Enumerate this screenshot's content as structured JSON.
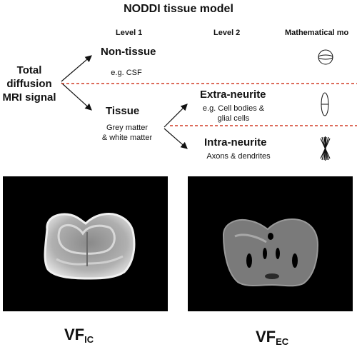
{
  "title": "NODDI tissue model",
  "headers": {
    "level1": "Level 1",
    "level2": "Level 2",
    "math": "Mathematical mo"
  },
  "root": {
    "line1": "Total",
    "line2": "diffusion",
    "line3": "MRI signal"
  },
  "level1": {
    "nontissue": {
      "label": "Non-tissue",
      "example": "e.g. CSF"
    },
    "tissue": {
      "label": "Tissue",
      "example1": "Grey matter",
      "example2": "& white matter"
    }
  },
  "level2": {
    "extra": {
      "label": "Extra-neurite",
      "example1": "e.g. Cell bodies &",
      "example2": "glial cells"
    },
    "intra": {
      "label": "Intra-neurite",
      "example": "Axons & dendrites"
    }
  },
  "math_icons": [
    "sphere-icon",
    "ellipsoid-icon",
    "sticks-icon"
  ],
  "images": {
    "left": {
      "label_main": "VF",
      "label_sub": "IC"
    },
    "right": {
      "label_main": "VF",
      "label_sub": "EC"
    }
  },
  "colors": {
    "divider": "#d23a24",
    "panel_bg": "#000000"
  }
}
